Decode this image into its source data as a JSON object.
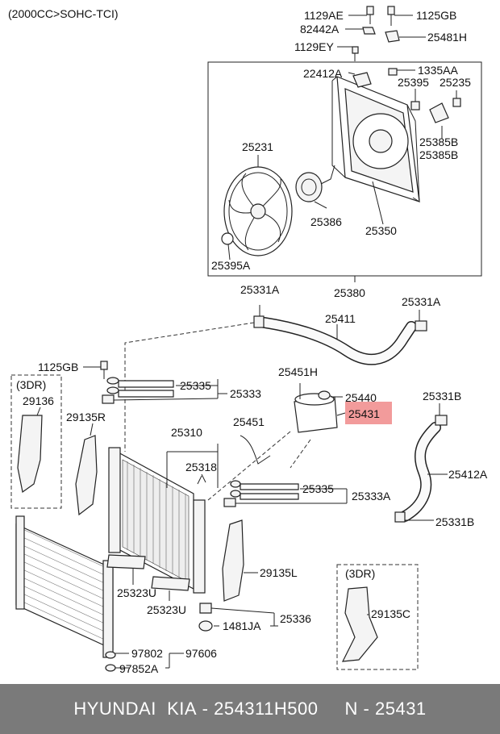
{
  "header": {
    "engine": "(2000CC>SOHC-TCI)"
  },
  "labels": {
    "l1129AE": "1129AE",
    "l1125GB_top": "1125GB",
    "l82442A": "82442A",
    "l25481H": "25481H",
    "l1129EY": "1129EY",
    "l22412A": "22412A",
    "l1335AA": "1335AA",
    "l25395": "25395",
    "l25235": "25235",
    "l25231": "25231",
    "l25385B_1": "25385B",
    "l25385B_2": "25385B",
    "l25386": "25386",
    "l25350": "25350",
    "l25395A": "25395A",
    "l25380": "25380",
    "l25331A_left": "25331A",
    "l25411": "25411",
    "l25331A_right": "25331A",
    "l1125GB_mid": "1125GB",
    "l3DR_left": "(3DR)",
    "l29136": "29136",
    "l25335_top": "25335",
    "l25333": "25333",
    "l25451H": "25451H",
    "l25440": "25440",
    "l25331B_top": "25331B",
    "l29135R": "29135R",
    "l25451": "25451",
    "l25431": "25431",
    "l25310": "25310",
    "l25318": "25318",
    "l25412A": "25412A",
    "l25335_mid": "25335",
    "l25333A": "25333A",
    "l25331B_bottom": "25331B",
    "l29135L": "29135L",
    "l3DR_right": "(3DR)",
    "l25323U_1": "25323U",
    "l25323U_2": "25323U",
    "l29135C": "29135C",
    "l1481JA": "1481JA",
    "l25336": "25336",
    "l97802": "97802",
    "l97606": "97606",
    "l97852A": "97852A"
  },
  "highlight": {
    "part": "25431",
    "color": "#f08a8a"
  },
  "footer": {
    "brand": "HYUNDAI  KIA",
    "separator1": " - ",
    "part_number": "254311H500",
    "gap": "     ",
    "n_label": "N",
    "separator2": " - ",
    "n_value": "25431"
  }
}
